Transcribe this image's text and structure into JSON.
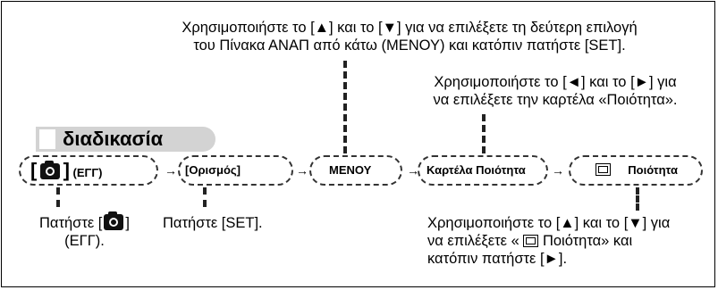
{
  "notes": {
    "top_line1": "Χρησιμοποιήστε το [▲] και το [▼] για να επιλέξετε τη δεύτερη επιλογή",
    "top_line2": "του Πίνακα ΑΝΑΠ από κάτω (ΜΕΝΟΥ) και κατόπιν πατήστε [SET].",
    "right_line1": "Χρησιμοποιήστε το [◄] και το [►] για",
    "right_line2": "να επιλέξετε την καρτέλα «Ποιότητα».",
    "rec_open": "Πατήστε [",
    "rec_close": "]",
    "rec_line2": "(ΕΓΓ).",
    "set_note": "Πατήστε [SET].",
    "bottom_line1": "Χρησιμοποιήστε το [▲] και το [▼] για",
    "bottom_line2a": "να επιλέξετε « ",
    "bottom_line2b": " Ποιότητα» και",
    "bottom_line3": "κατόπιν πατήστε [►]."
  },
  "procedure": {
    "label": "διαδικασία",
    "step_rec_open": "[",
    "step_rec_close": "]",
    "step_rec_text": "(ΕΓΓ)",
    "step_settings": "[Ορισμός]",
    "step_menu": "ΜΕΝΟΥ",
    "step_tab": "Καρτέλα Ποιότητα",
    "step_quality": "Ποιότητα",
    "arrow": "→"
  },
  "icons": {
    "camera": "camera-icon",
    "quality": "quality-square-icon"
  }
}
